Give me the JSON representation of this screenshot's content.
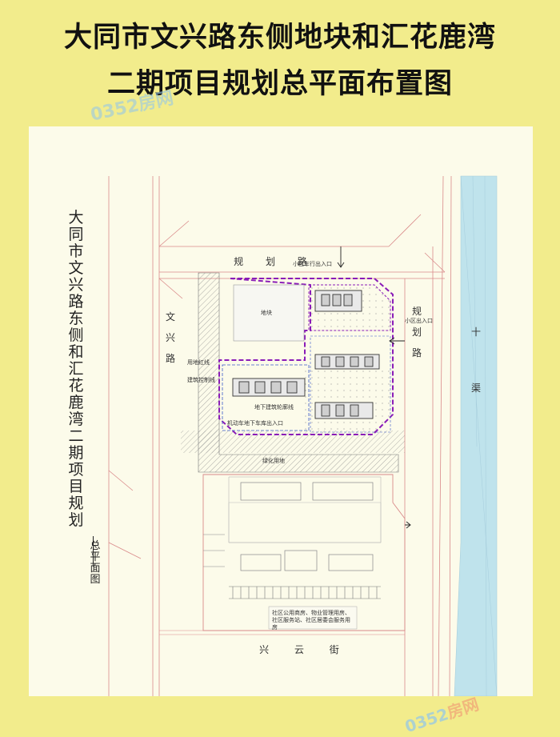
{
  "title": {
    "line1": "大同市文兴路东侧地块和汇花鹿湾",
    "line2": "二期项目规划总平面布置图"
  },
  "watermark": {
    "text": "0352房网",
    "prefix": "0352",
    "suffix": "房网"
  },
  "drawing": {
    "vertical_title": "大同市文兴路东侧和汇花鹿湾二期项目规划",
    "vertical_subtitle": "总平面图",
    "roads": {
      "north": "规 划 路",
      "west": "文兴路",
      "east": "规划路",
      "canal": "十渠",
      "south": "兴 云 街"
    },
    "labels": {
      "vehicle_entrance_north": "小区车行出入口",
      "entrance_east": "小区出入口",
      "underground_line": "地下建筑轮廓线",
      "parking_entrance": "机动车地下车库出入口",
      "land_line": "用地红线",
      "building_line": "建筑控制线",
      "green": "绿化用地",
      "plot": "地块",
      "note": "社区公用商房、物业管理用房、社区服务站、社区居委会服务用房"
    }
  },
  "colors": {
    "background": "#f2ec8c",
    "sheet": "#fcfbea",
    "boundary": "#8a1cb8",
    "road_line": "#d98a8a",
    "canal": "#bfe3ec"
  }
}
